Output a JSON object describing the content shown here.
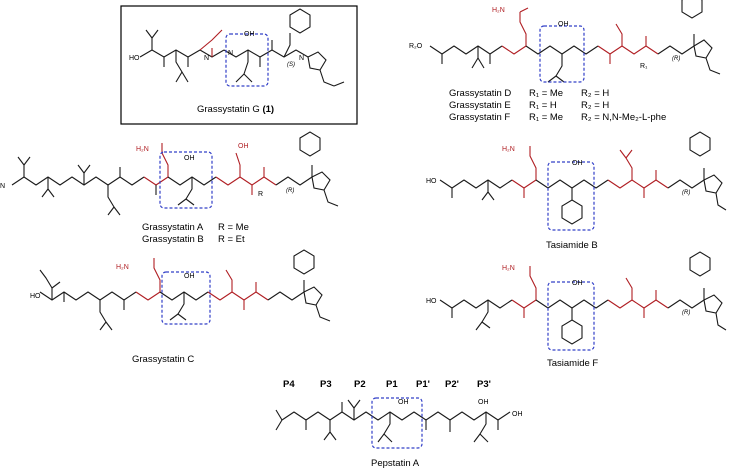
{
  "palette": {
    "bond_black": "#1a1a1a",
    "bond_red": "#b01e23",
    "highlight_box": "#3340c8",
    "frame": "#000000"
  },
  "compounds": {
    "grassystatin_g": {
      "name": "Grassystatin G ",
      "number": "(1)"
    },
    "grassystatin_def": {
      "rows": [
        {
          "name": "Grassystatin D",
          "r1": "R₁ = Me",
          "r2": "R₂ = H"
        },
        {
          "name": "Grassystatin E",
          "r1": "R₁ = H",
          "r2": "R₂ = H"
        },
        {
          "name": "Grassystatin F",
          "r1": "R₁ = Me",
          "r2": "R₂ = N,N-Me₂-L-phe"
        }
      ]
    },
    "grassystatin_ab": {
      "rows": [
        {
          "name": "Grassystatin A",
          "r": "R = Me"
        },
        {
          "name": "Grassystatin B",
          "r": "R = Et"
        }
      ]
    },
    "tasiamide_b": {
      "name": "Tasiamide B"
    },
    "grassystatin_c": {
      "name": "Grassystatin C"
    },
    "tasiamide_f": {
      "name": "Tasiamide F"
    },
    "pepstatin_a": {
      "name": "Pepstatin A",
      "positions": [
        "P4",
        "P3",
        "P2",
        "P1",
        "P1'",
        "P2'",
        "P3'"
      ]
    }
  },
  "atoms": {
    "oh": "OH",
    "ho": "HO",
    "nh2": "H₂N",
    "n": "N",
    "h": "H",
    "o": "O",
    "r": "R",
    "r1": "R₁",
    "r2o": "R₂O",
    "s": "(S)",
    "rr": "(R)"
  }
}
